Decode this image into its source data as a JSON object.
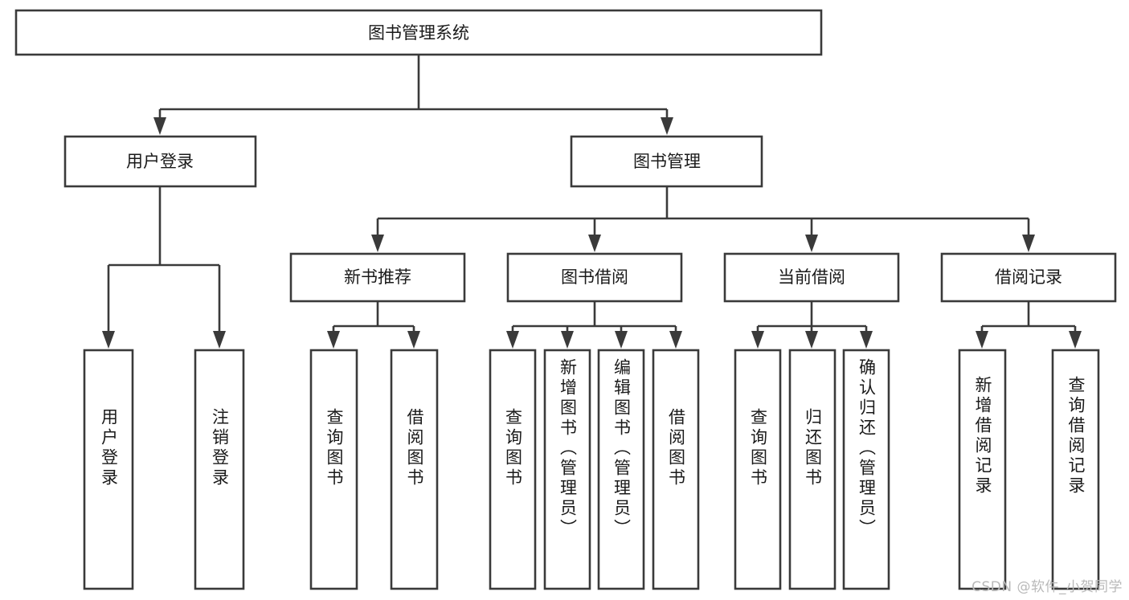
{
  "diagram": {
    "title": "图书管理系统",
    "watermark": "CSDN @软件_小贺同学",
    "root": {
      "label": "图书管理系统"
    },
    "level2": [
      {
        "label": "用户登录"
      },
      {
        "label": "图书管理"
      }
    ],
    "level3": [
      {
        "label": "新书推荐"
      },
      {
        "label": "图书借阅"
      },
      {
        "label": "当前借阅"
      },
      {
        "label": "借阅记录"
      }
    ],
    "leaves": {
      "user_login": [
        {
          "label": "用户登录"
        },
        {
          "label": "注销登录"
        }
      ],
      "new_book_recommend": [
        {
          "label": "查询图书"
        },
        {
          "label": "借阅图书"
        }
      ],
      "book_borrow": [
        {
          "label": "查询图书"
        },
        {
          "label": "新增图书（管理员）"
        },
        {
          "label": "编辑图书（管理员）"
        },
        {
          "label": "借阅图书"
        }
      ],
      "current_borrow": [
        {
          "label": "查询图书"
        },
        {
          "label": "归还图书"
        },
        {
          "label": "确认归还（管理员）"
        }
      ],
      "borrow_record": [
        {
          "label": "新增借阅记录"
        },
        {
          "label": "查询借阅记录"
        }
      ]
    },
    "colors": {
      "stroke": "#3a3a3a",
      "fill": "#ffffff",
      "text": "#1a1a1a",
      "watermark": "#b9b9b9"
    }
  }
}
